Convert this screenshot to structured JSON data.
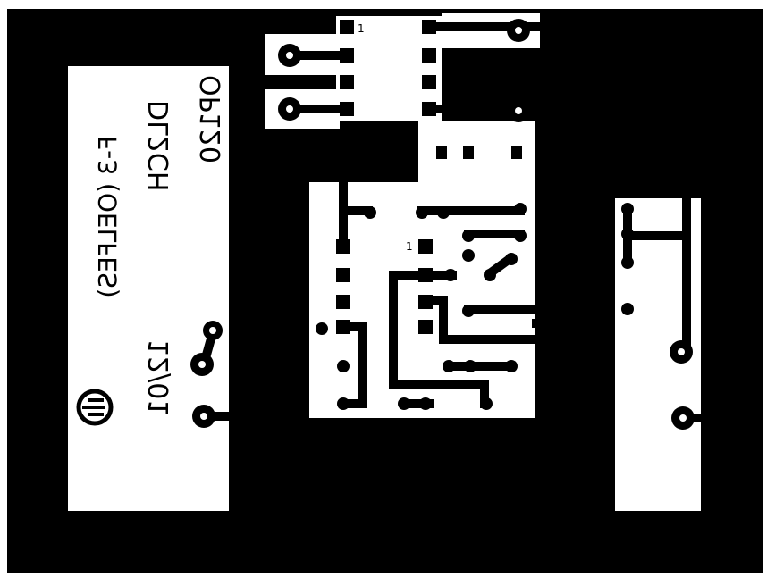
{
  "colors": {
    "copper": "#000000",
    "board": "#ffffff"
  },
  "labels": {
    "silk_line1": "OP120",
    "silk_line2": "DL2CH",
    "silk_line3": "F-3 (OELFES)",
    "date": "12/01",
    "pin1_top": "1",
    "pin1_mid": "1"
  }
}
